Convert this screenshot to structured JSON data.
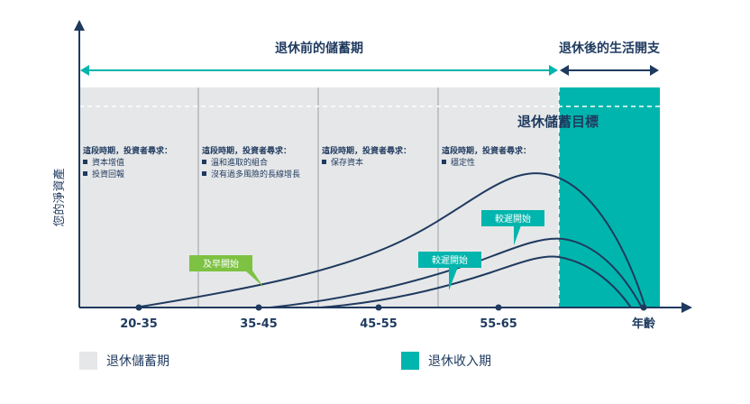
{
  "header": {
    "pre_retirement": "退休前的儲蓄期",
    "post_retirement": "退休後的生活開支"
  },
  "target_label": "退休儲蓄目標",
  "y_axis_label": "您的淨資產",
  "x_axis_label": "年齡",
  "age_ticks": [
    "20-35",
    "35-45",
    "45-55",
    "55-65"
  ],
  "stages": [
    {
      "title": "這段時期，投資者尋求：",
      "items": [
        "資本增值",
        "投資回報"
      ]
    },
    {
      "title": "這段時期，投資者尋求：",
      "items": [
        "溫和進取的組合",
        "沒有過多風險的長線增長"
      ]
    },
    {
      "title": "這段時期，投資者尋求：",
      "items": [
        "保存資本"
      ]
    },
    {
      "title": "這段時期，投資者尋求：",
      "items": [
        "穩定性"
      ]
    }
  ],
  "callouts": {
    "early": "及早開始",
    "late_upper": "較遲開始",
    "late_lower": "較遲開始"
  },
  "legend": {
    "savings": "退休儲蓄期",
    "income": "退休收入期"
  },
  "colors": {
    "navy": "#1f3a5f",
    "teal": "#00b5ad",
    "green": "#7dc242",
    "grey_panel": "#e6e7e8",
    "divider": "#9aa0a6"
  }
}
